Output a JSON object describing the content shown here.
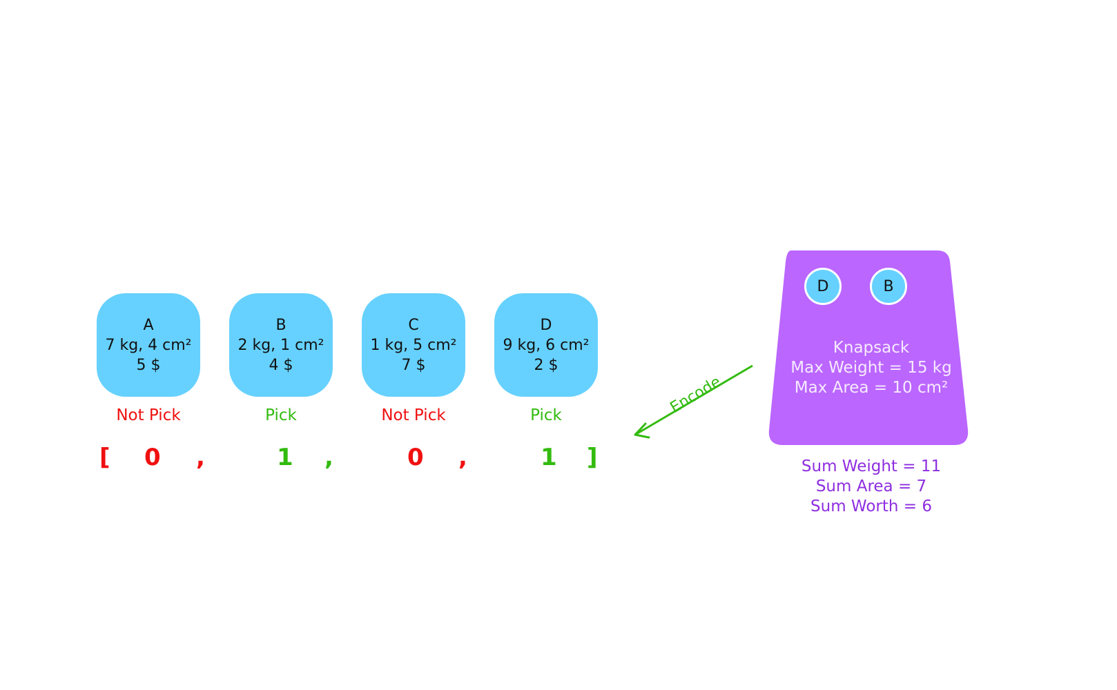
{
  "items": [
    {
      "name": "A",
      "specs": "7 kg, 4 cm²",
      "price": "5 $",
      "decision": "Not Pick",
      "bit": "0"
    },
    {
      "name": "B",
      "specs": "2 kg, 1 cm²",
      "price": "4 $",
      "decision": "Pick",
      "bit": "1"
    },
    {
      "name": "C",
      "specs": "1 kg, 5 cm²",
      "price": "7 $",
      "decision": "Not Pick",
      "bit": "0"
    },
    {
      "name": "D",
      "specs": "9 kg, 6 cm²",
      "price": "2 $",
      "decision": "Pick",
      "bit": "1"
    }
  ],
  "encoding": {
    "open": "[",
    "separator": ",",
    "close": "]"
  },
  "arrow_label": "Encode",
  "knapsack": {
    "title": "Knapsack",
    "max_weight": "Max Weight = 15 kg",
    "max_area": "Max Area = 10 cm²",
    "contents": [
      "D",
      "B"
    ]
  },
  "sums": {
    "weight": "Sum Weight = 11",
    "area": "Sum Area = 7",
    "worth": "Sum Worth = 6"
  },
  "colors": {
    "item_fill": "#66d1fe",
    "not_pick": "#f01010",
    "pick": "#33bb10",
    "knapsack_fill": "#bb66ff",
    "sums_text": "#8e2ee0"
  }
}
